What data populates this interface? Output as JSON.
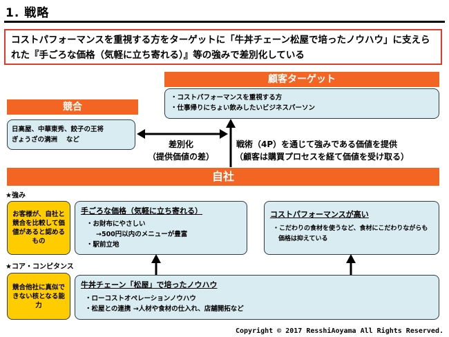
{
  "title": "1. 戦略",
  "summary": "コストパフォーマンスを重視する方をターゲットに「牛丼チェーン松屋で培ったノウハウ」に支えられた『手ごろな価格（気軽に立ち寄れる）』等の強みで差別化している",
  "target": {
    "label": "顧客ターゲット",
    "items": [
      "・コストパフォーマンスを重視する方",
      "・仕事帰りにちょい飲みしたいビジネスパーソン"
    ]
  },
  "competition": {
    "label": "競合",
    "line1": "日高屋、中華東秀、餃子の王将",
    "line2": "ぎょうざの満洲　 など"
  },
  "differentiation": {
    "line1": "差別化",
    "line2": "（提供価値の差）"
  },
  "strategy": {
    "line1": "戦術（4P）を通じて強みである価値を提供",
    "line2": "（顧客は購買プロセスを経て価値を受け取る）"
  },
  "company": {
    "label": "自社"
  },
  "strengths": {
    "label": "★強み",
    "side_note": "お客様が、自社と競合を比較して価値があると認めるもの",
    "item1": {
      "heading": "手ごろな価格（気軽に立ち寄れる）",
      "lines": [
        "・お財布にやさしい",
        "→500円以内のメニューが豊富",
        "・駅前立地"
      ]
    },
    "item2": {
      "heading": "コストパフォーマンスが高い",
      "lines": [
        "・こだわりの食材を使うなど、食材にこだわりながらも",
        "価格は抑えている"
      ]
    }
  },
  "core": {
    "label": "★コア・コンピタンス",
    "side_note": "競合他社に真似できない核となる能力",
    "heading": "牛丼チェーン「松屋」で培ったノウハウ",
    "lines": [
      "・ローコストオペレーションノウハウ",
      "・松屋との連携 →人材や食材の仕入れ、店舗開拓など"
    ]
  },
  "copyright": "Copyright © 2017 ResshiAoyama All Rights Reserved."
}
